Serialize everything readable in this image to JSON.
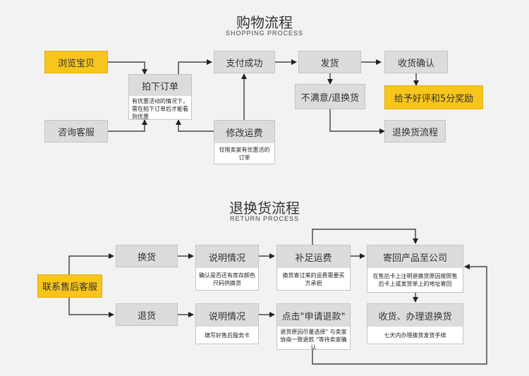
{
  "shopping": {
    "title": "购物流程",
    "subtitle": "SHOPPING PROCESS",
    "browse": "浏览宝贝",
    "consult": "咨询客服",
    "order": "拍下订单",
    "order_note": "有优惠活动的情况下，需在拍下订单后才能看到优惠",
    "pay": "支付成功",
    "modify_freight": "修改运费",
    "modify_note": "仅限卖家有优惠活的订单",
    "ship": "发货",
    "unsatisfied": "不满意/退换货",
    "confirm": "收货确认",
    "review": "给予好评和5分奖励",
    "return_flow": "退换货流程"
  },
  "returns": {
    "title": "退换货流程",
    "subtitle": "RETURN PROCESS",
    "contact": "联系售后客服",
    "exchange": "换货",
    "refund": "退货",
    "explain1": "说明情况",
    "explain1_note": "确认是否还有库存颜色尺码供换货",
    "explain2": "说明情况",
    "explain2_note": "填写好售后服务卡",
    "pay_freight": "补足运费",
    "pay_freight_note": "换货寄过来的运费需要买方承担",
    "apply_refund": "点击\"申请退款\"",
    "apply_refund_note": "退货原因尽量选择\" 与卖家协商一致退款 \"等待卖家确认",
    "send_back": "寄回产品至公司",
    "send_back_note": "在售后卡上注明退换货原因按照售后卡上或发货单上的地址寄回",
    "receive": "收货、办理退换货",
    "receive_note": "七天内办理换货发货手续"
  },
  "colors": {
    "accent": "#f8c51c",
    "box": "#dcdcdc",
    "line": "#222222"
  }
}
